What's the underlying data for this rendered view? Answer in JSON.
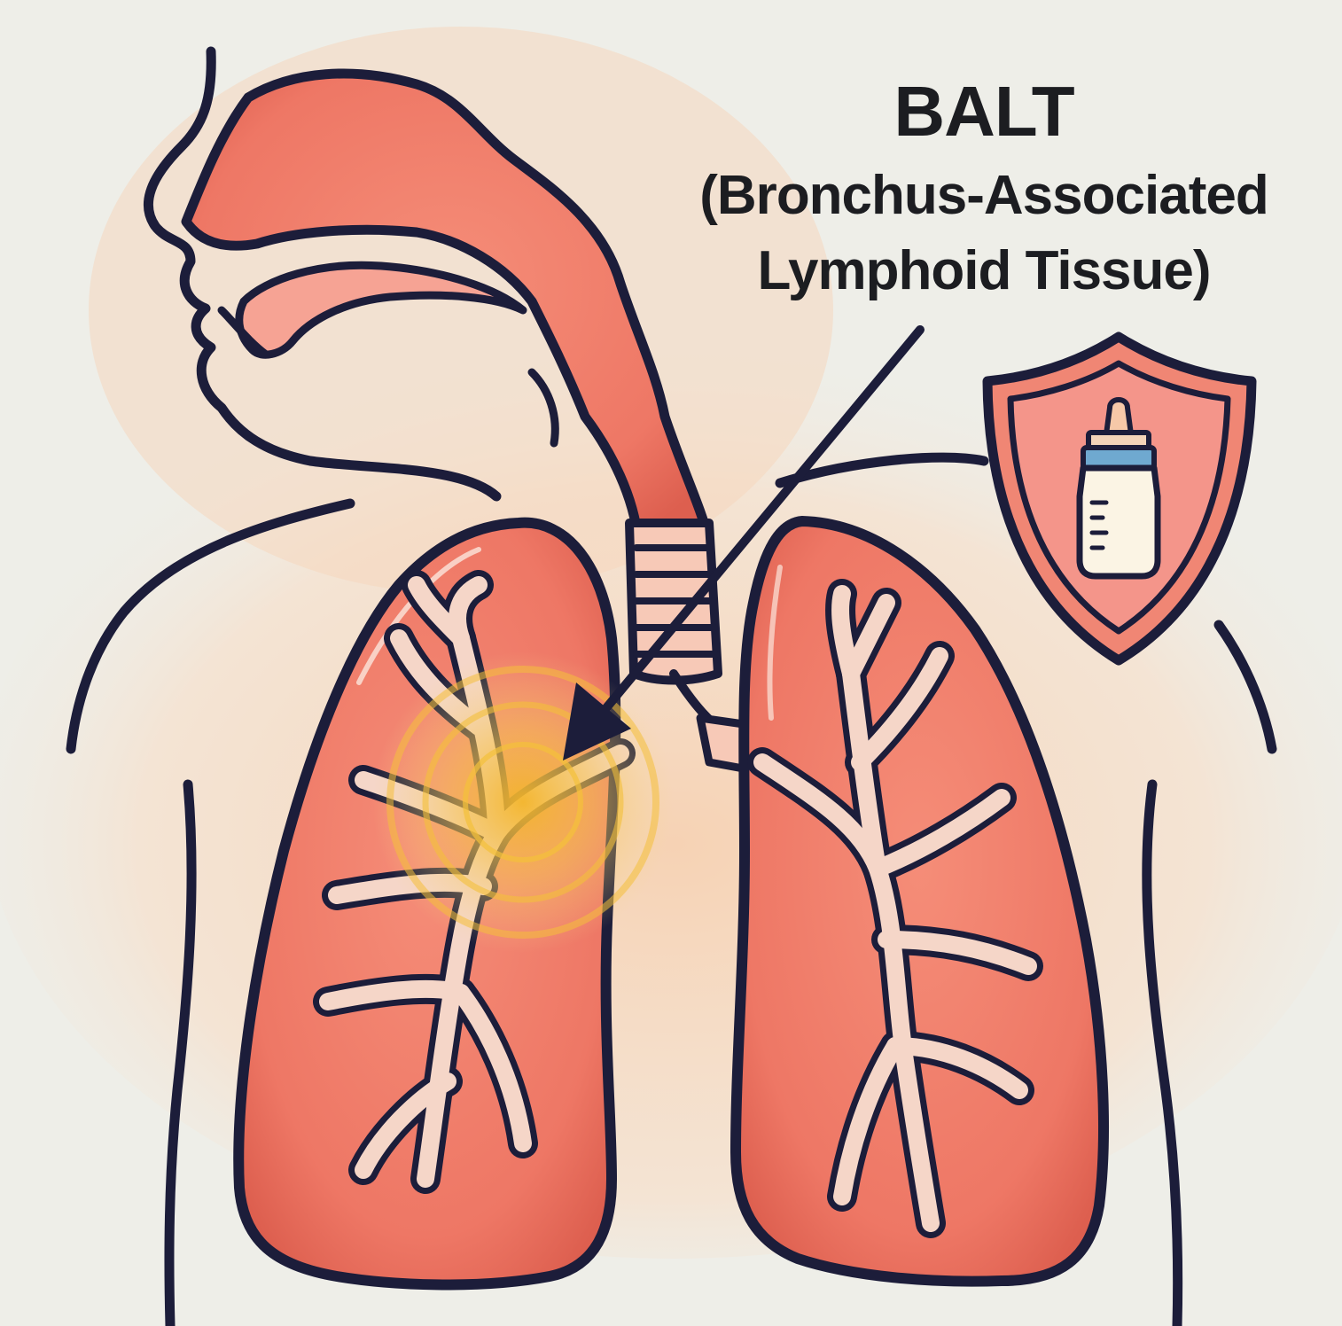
{
  "diagram": {
    "label_title": "BALT",
    "label_line1": "(Bronchus-Associated",
    "label_line2": "Lymphoid Tissue)"
  },
  "colors": {
    "background": "#eeeee8",
    "skin_glow": "#f7d9bf",
    "tissue": "#f07e6c",
    "tissue_dark": "#dc5d4e",
    "outline": "#1c1d3a",
    "bronchi": "#f5d6c8",
    "highlight": "#f4c03a",
    "bottle_cap": "#6fa9d0"
  },
  "icons": {
    "shield": "shield-icon",
    "bottle": "baby-bottle-icon",
    "arrow": "pointer-arrow-icon"
  }
}
